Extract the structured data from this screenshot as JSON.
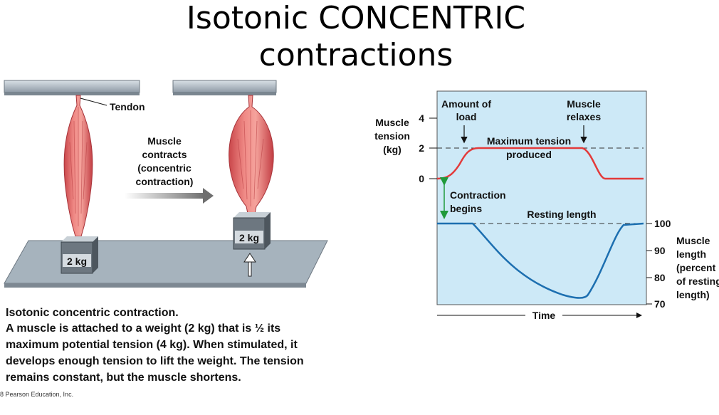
{
  "title": {
    "line1": "Isotonic CONCENTRIC",
    "line2": "contractions"
  },
  "illustration": {
    "tendon_label": "Tendon",
    "weight_left": "2 kg",
    "weight_right": "2 kg",
    "arrow_text": [
      "Muscle",
      "contracts",
      "(concentric",
      "contraction)"
    ]
  },
  "graph": {
    "left_axis_title": [
      "Muscle",
      "tension",
      "(kg)"
    ],
    "left_ticks": [
      "4",
      "2",
      "0"
    ],
    "right_ticks": [
      "100",
      "90",
      "80",
      "70"
    ],
    "right_axis_title": [
      "Muscle",
      "length",
      "(percent",
      "of resting",
      "length)"
    ],
    "x_label": "Time",
    "annotations": {
      "amount_of_load": [
        "Amount of",
        "load"
      ],
      "muscle_relaxes": [
        "Muscle",
        "relaxes"
      ],
      "max_tension": [
        "Maximum tension",
        "produced"
      ],
      "contraction_begins": [
        "Contraction",
        "begins"
      ],
      "resting_length": "Resting length"
    },
    "colors": {
      "background": "#cde9f7",
      "tension": "#e33a3a",
      "length": "#1d6fb0",
      "arrow": "#1f9a3a"
    }
  },
  "caption": {
    "heading": "Isotonic concentric contraction.",
    "lines": [
      "A muscle is attached to a weight (2 kg) that is ½ its",
      "maximum potential tension (4 kg). When stimulated, it",
      "develops enough tension to lift the weight. The tension",
      "remains constant, but the muscle shortens."
    ]
  },
  "credit": "8 Pearson Education, Inc."
}
